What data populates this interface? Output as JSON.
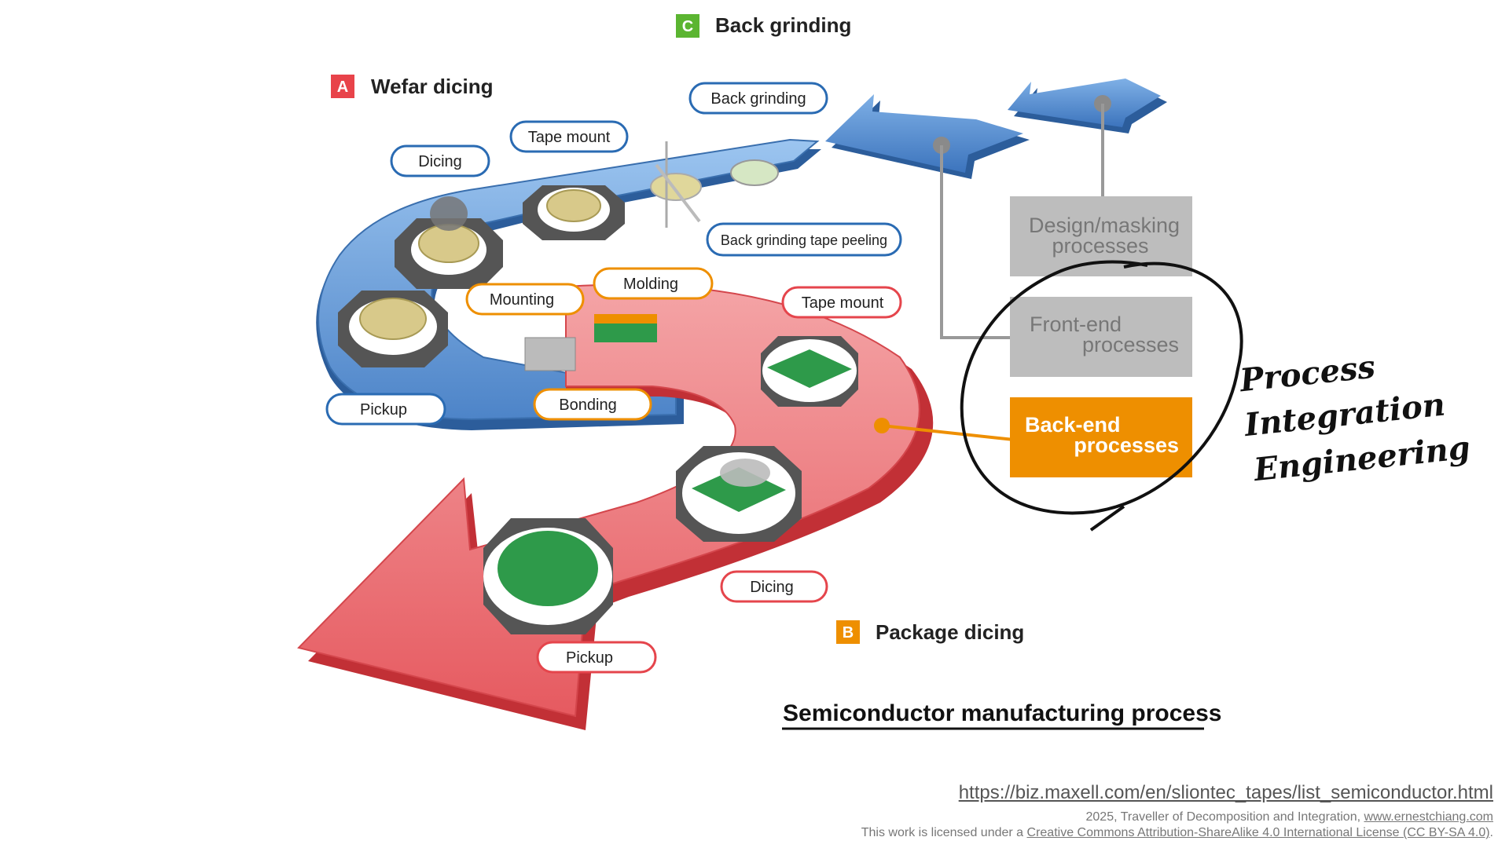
{
  "stages": {
    "a": {
      "badge": "A",
      "title": "Wefar dicing",
      "color": "#e8434a"
    },
    "b": {
      "badge": "B",
      "title": "Package dicing",
      "color": "#ee8f00"
    },
    "c": {
      "badge": "C",
      "title": "Back grinding",
      "color": "#5bb531"
    }
  },
  "callouts": {
    "dicing_top": "Dicing",
    "tape_mount_top": "Tape mount",
    "back_grinding": "Back grinding",
    "back_grinding_tape_peeling": "Back grinding tape peeling",
    "pickup_top": "Pickup",
    "mounting": "Mounting",
    "molding": "Molding",
    "bonding": "Bonding",
    "tape_mount_bottom": "Tape mount",
    "dicing_bottom": "Dicing",
    "pickup_bottom": "Pickup"
  },
  "process_boxes": {
    "design_line1": "Design/masking",
    "design_line2": "processes",
    "front_line1": "Front-end",
    "front_line2": "processes",
    "back_line1": "Back-end",
    "back_line2": "processes"
  },
  "handwritten": {
    "line1": "Process",
    "line2": "Integration",
    "line3": "Engineering"
  },
  "figure_title": "Semiconductor manufacturing process",
  "footer": {
    "source_url": "https://biz.maxell.com/en/sliontec_tapes/list_semiconductor.html",
    "credit_prefix": "2025, Traveller of Decomposition and Integration, ",
    "credit_link": "www.ernestchiang.com",
    "license_prefix": "This work is licensed under a ",
    "license_link": "Creative Commons Attribution-ShareAlike 4.0 International License (CC BY-SA 4.0)",
    "license_suffix": "."
  },
  "colors": {
    "blue_track": "#5e95d6",
    "red_track": "#e86a6e",
    "grey_box": "#bdbdbd",
    "orange_box": "#ee8f00",
    "chip_green": "#2e9a4a",
    "wafer_tan": "#d8c98a"
  }
}
